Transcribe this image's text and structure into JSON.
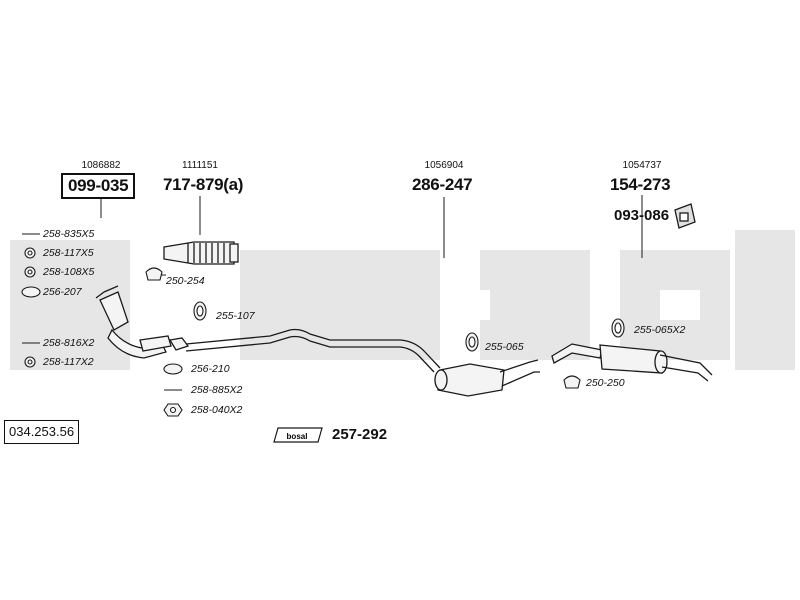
{
  "watermark": "bosal",
  "catalog_number": "034.253.56",
  "groups": [
    {
      "oem": "1086882",
      "part": "099-035"
    },
    {
      "oem": "1111151",
      "part": "717-879(a)"
    },
    {
      "oem": "1056904",
      "part": "286-247"
    },
    {
      "oem": "1054737",
      "part": "154-273"
    }
  ],
  "hanger_part": "093-086",
  "kit_part": "257-292",
  "kit_logo": "bosal",
  "fittings": {
    "left_top": [
      "258-835X5",
      "258-117X5",
      "258-108X5",
      "256-207"
    ],
    "left_bottom": [
      "258-816X2",
      "258-117X2"
    ],
    "clamp_250_254": "250-254",
    "ring_255_107": "255-107",
    "gasket_256_210": "256-210",
    "bolt_258_885": "258-885X2",
    "nut_258_040": "258-040X2",
    "ring_255_065": "255-065",
    "ring_255_065x2": "255-065X2",
    "clamp_250_250": "250-250"
  },
  "colors": {
    "watermark": "#e6e6e6",
    "line": "#1a1a1a"
  }
}
